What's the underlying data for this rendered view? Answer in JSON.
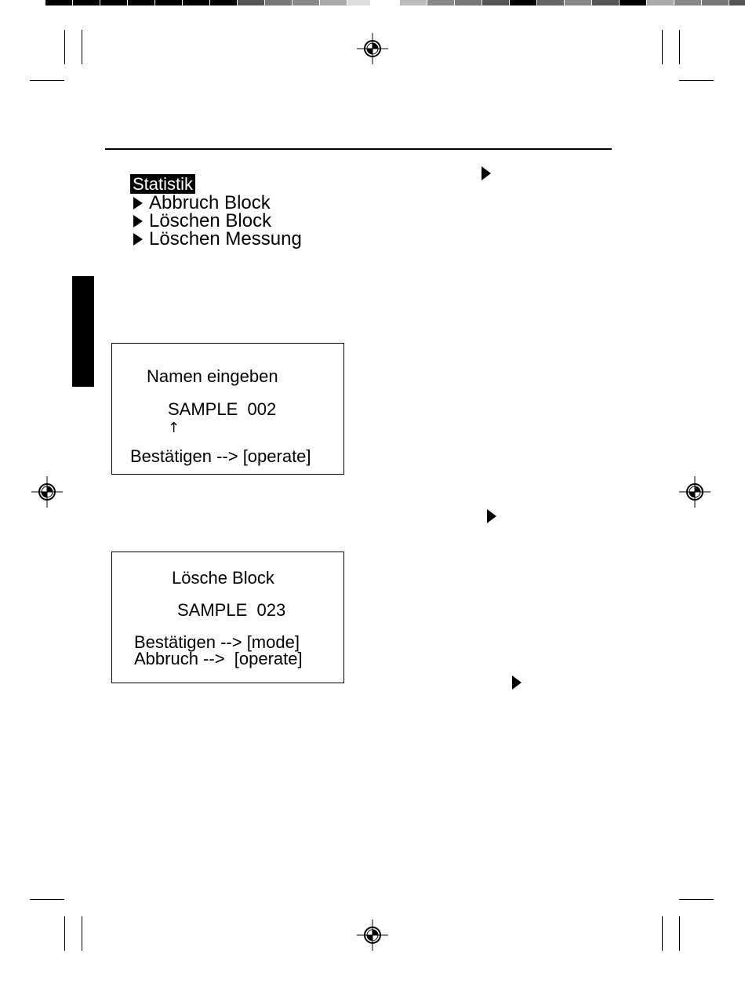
{
  "printer_marks": {
    "color_bar_left": [
      "#000000",
      "#000000",
      "#000000",
      "#000000",
      "#000000",
      "#000000",
      "#000000",
      "#555555",
      "#777777",
      "#888888",
      "#aaaaaa",
      "#dddddd"
    ],
    "color_bar_right": [
      "#bbbbbb",
      "#888888",
      "#777777",
      "#555555",
      "#000000",
      "#666666",
      "#888888",
      "#555555",
      "#000000",
      "#aaaaaa",
      "#888888",
      "#777777",
      "#555555"
    ]
  },
  "menu": {
    "title": "Statistik",
    "items": [
      {
        "label": "Abbruch Block"
      },
      {
        "label": "Löschen Block"
      },
      {
        "label": "Löschen Messung"
      }
    ]
  },
  "display_name_entry": {
    "heading": "Namen eingeben",
    "value": "SAMPLE  002",
    "cursor": "↑",
    "confirm": "Bestätigen --> [operate]"
  },
  "display_delete_block": {
    "heading": "Lösche Block",
    "value": "SAMPLE  023",
    "confirm": "Bestätigen --> [mode]",
    "cancel": "Abbruch -->  [operate]"
  }
}
